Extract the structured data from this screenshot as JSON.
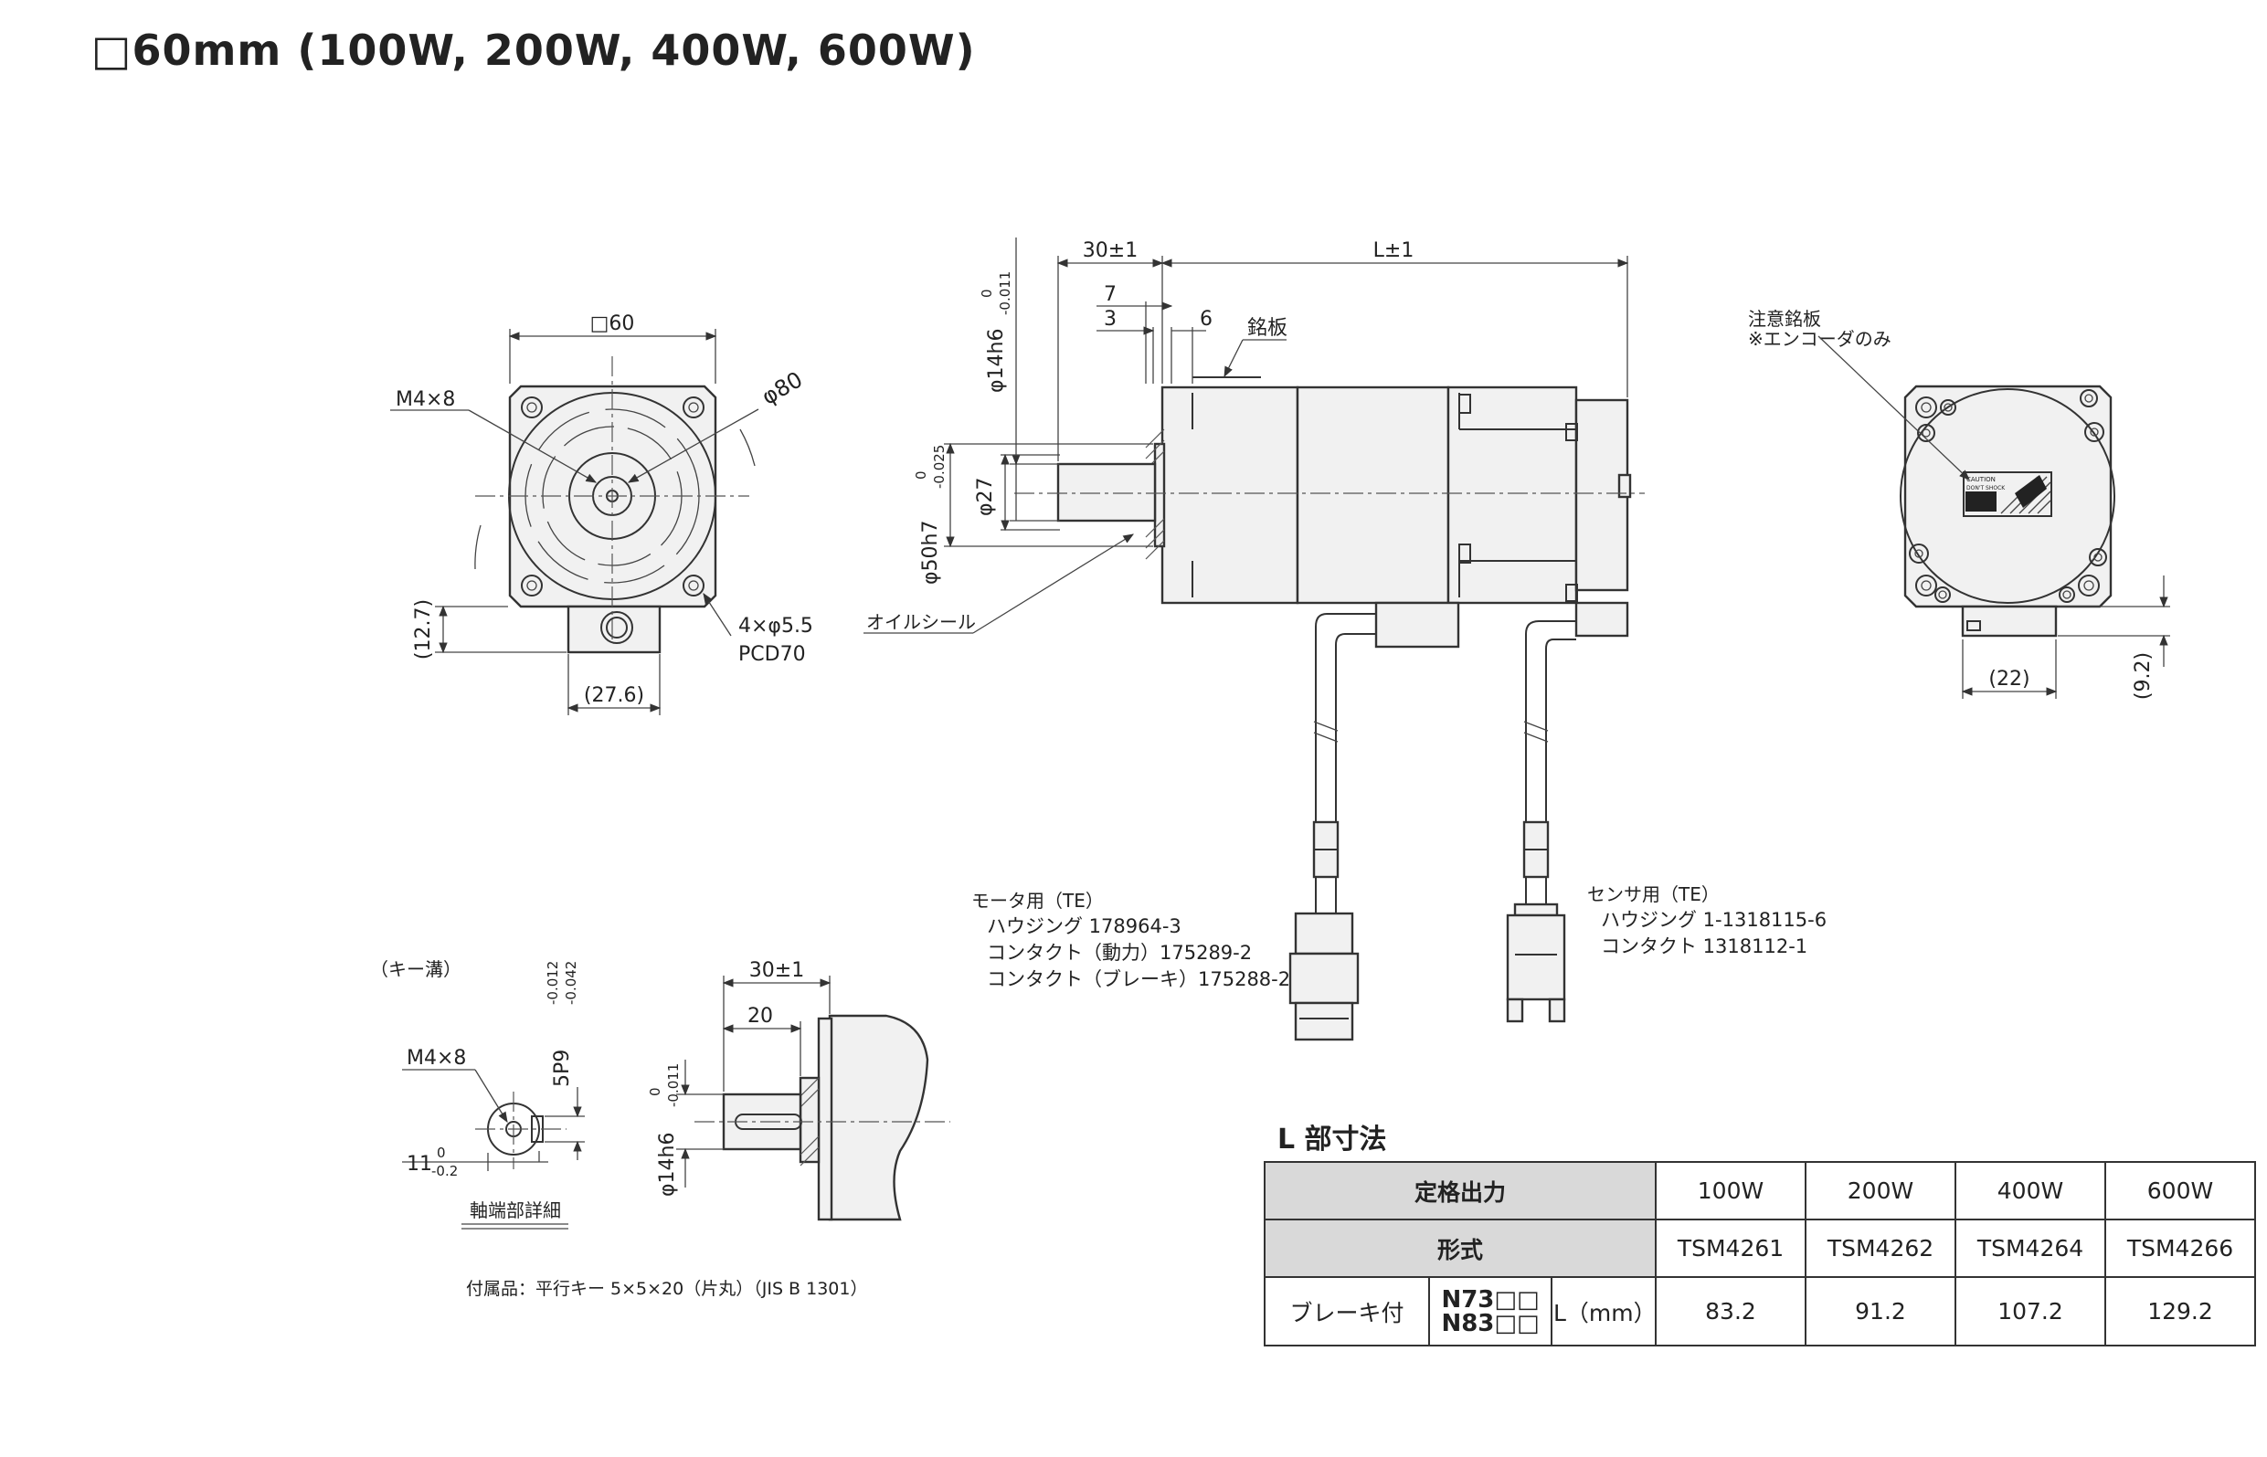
{
  "title": "□60mm (100W, 200W, 400W, 600W)",
  "front_view": {
    "square_dim": "□60",
    "tap_label": "M4×8",
    "pcd_dia": "φ80",
    "hole_label": "4×φ5.5",
    "pcd_label": "PCD70",
    "height_dim": "(12.7)",
    "width_dim": "(27.6)"
  },
  "side_view": {
    "shaft_len": "30±1",
    "body_len": "L±1",
    "dim_7": "7",
    "dim_3": "3",
    "dim_6": "6",
    "nameplate": "銘板",
    "shaft_dia": "φ14h6",
    "shaft_tol_upper": "0",
    "shaft_tol_lower": "-0.011",
    "spigot_dia": "φ50h7",
    "spigot_tol_upper": "0",
    "spigot_tol_lower": "-0.025",
    "bore_dia": "φ27",
    "oil_seal": "オイルシール"
  },
  "motor_connector": {
    "title": "モータ用（TE）",
    "housing": "ハウジング 178964-3",
    "contact_power": "コンタクト（動力）175289-2",
    "contact_brake": "コンタクト（ブレーキ）175288-2"
  },
  "sensor_connector": {
    "title": "センサ用（TE）",
    "housing": "ハウジング 1-1318115-6",
    "contact": "コンタクト 1318112-1"
  },
  "rear_view": {
    "caution_label": "注意銘板",
    "encoder_note": "※エンコーダのみ",
    "width_dim": "(22)",
    "height_dim": "(9.2)",
    "plate_line1": "CAUTION",
    "plate_line2": "DON'T  SHOCK"
  },
  "key_detail": {
    "keyway_label": "（キー溝）",
    "tap_label": "M4×8",
    "width_label": "5P9",
    "width_tol_upper": "-0.012",
    "width_tol_lower": "-0.042",
    "depth_value": "11",
    "depth_tol_upper": "0",
    "depth_tol_lower": "-0.2",
    "caption": "軸端部詳細",
    "shaft_len": "30±1",
    "key_len": "20",
    "shaft_dia": "φ14h6",
    "shaft_tol_upper": "0",
    "shaft_tol_lower": "-0.011",
    "accessory": "付属品：平行キー 5×5×20（片丸）（JIS B 1301）"
  },
  "l_table": {
    "title": "L 部寸法",
    "rated_output_label": "定格出力",
    "model_label": "形式",
    "outputs": [
      "100W",
      "200W",
      "400W",
      "600W"
    ],
    "models": [
      "TSM4261",
      "TSM4262",
      "TSM4264",
      "TSM4266"
    ],
    "brake_label": "ブレーキ付",
    "series_1": "N73□□",
    "series_2": "N83□□",
    "unit_label": "L（mm）",
    "lengths": [
      "83.2",
      "91.2",
      "107.2",
      "129.2"
    ]
  }
}
